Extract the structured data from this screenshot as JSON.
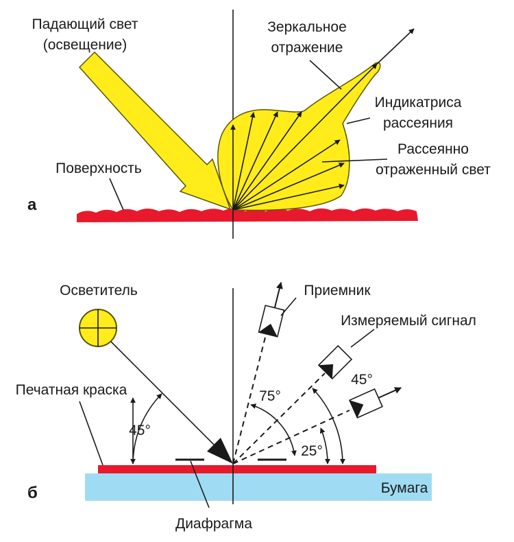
{
  "colors": {
    "light_fill": "#ffec1a",
    "light_stroke": "#5a5400",
    "surface_red": "#e8192c",
    "paper_blue": "#9fdcf3",
    "ink": "#1a1a1a"
  },
  "panel_a": {
    "letter": "а",
    "incident_light_line1": "Падающий свет",
    "incident_light_line2": "(освещение)",
    "specular_line1": "Зеркальное",
    "specular_line2": "отражение",
    "indicatrix_line1": "Индикатриса",
    "indicatrix_line2": "рассеяния",
    "scattered_line1": "Рассеянно",
    "scattered_line2": "отраженный свет",
    "surface": "Поверхность"
  },
  "panel_b": {
    "letter": "б",
    "illuminator": "Осветитель",
    "receiver": "Приемник",
    "measured_signal": "Измеряемый сигнал",
    "printing_ink": "Печатная краска",
    "angle_45_left": "45°",
    "angle_75": "75°",
    "angle_45_right": "45°",
    "angle_25": "25°",
    "paper": "Бумага",
    "diaphragm": "Диафрагма"
  }
}
